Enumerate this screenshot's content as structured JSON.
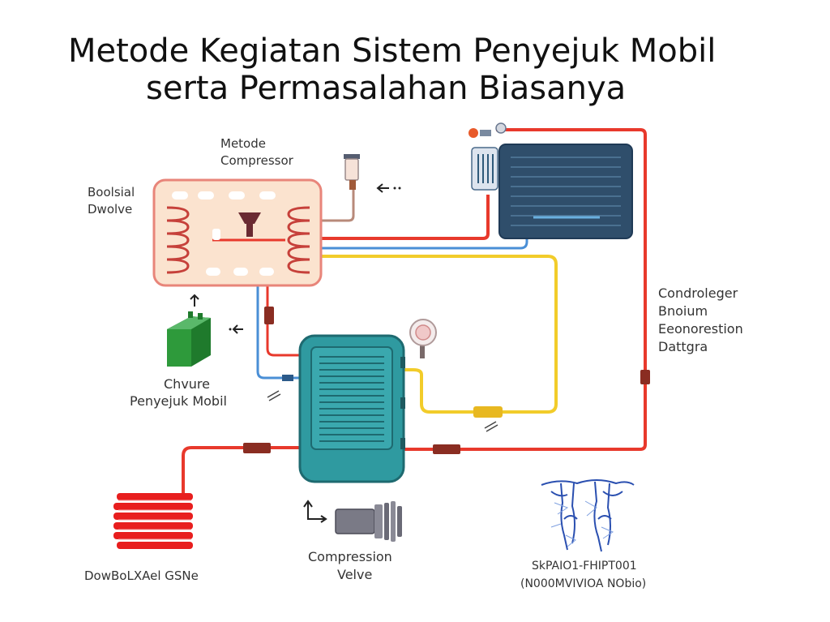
{
  "title": {
    "line1": "Metode Kegiatan Sistem Penyejuk Mobil",
    "line2": "serta Permasalahan Biasanya"
  },
  "labels": {
    "compressor_top": [
      "Metode",
      "Compressor"
    ],
    "left_component": [
      "Boolsial",
      "Dwolve"
    ],
    "battery": [
      "Chvure",
      "Penyejuk Mobil"
    ],
    "condenser_right": [
      "Condroleger",
      "Bnoium",
      "Eeonorestion",
      "Dattgra"
    ],
    "bottom_left": [
      "DowBoLXAel GSNe"
    ],
    "compression_valve": [
      "Compression",
      "Velve"
    ],
    "bottom_right": [
      "SkPAIO1-FHIPT001",
      "(N000MVIVIOA NObio)"
    ]
  },
  "colors": {
    "hot_line": "#e8392c",
    "cold_line": "#4a8fd6",
    "liquid_line": "#f2cc2a",
    "unit_fill": "#fbe3cf",
    "unit_border": "#e57a6a",
    "evaporator": "#2f9aa0",
    "radiator": "#2f4e6b",
    "battery": "#2e9a3b"
  }
}
